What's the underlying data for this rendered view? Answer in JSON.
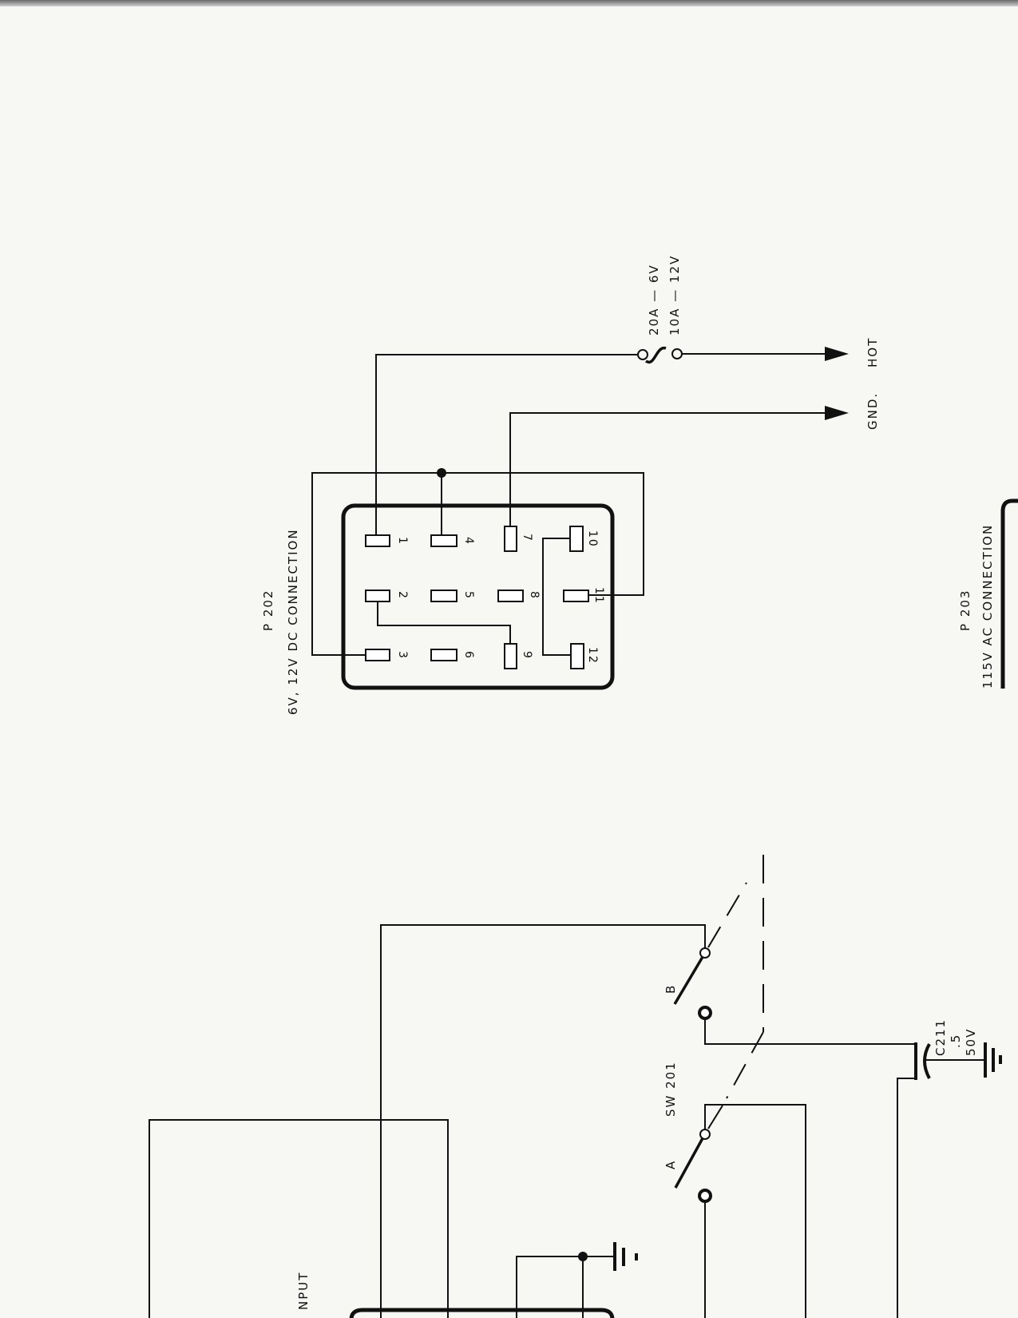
{
  "p202": {
    "title": "P 202",
    "subtitle": "6V, 12V DC CONNECTION",
    "pins": [
      "1",
      "2",
      "3",
      "4",
      "5",
      "6",
      "7",
      "8",
      "9",
      "10",
      "11",
      "12"
    ]
  },
  "fuse": {
    "rating_6v": "20A — 6V",
    "rating_12v": "10A — 12V"
  },
  "outputs": {
    "hot": "HOT",
    "gnd": "GND."
  },
  "p203": {
    "title": "P 203",
    "subtitle": "115V AC CONNECTION"
  },
  "switch": {
    "name": "SW 201",
    "pole_a": "A",
    "pole_b": "B"
  },
  "capacitor": {
    "name": "C211",
    "value": ".5",
    "voltage": "50V"
  },
  "input": {
    "label": "NPUT"
  },
  "colors": {
    "ink": "#111111",
    "paper": "#f7f7f4"
  }
}
